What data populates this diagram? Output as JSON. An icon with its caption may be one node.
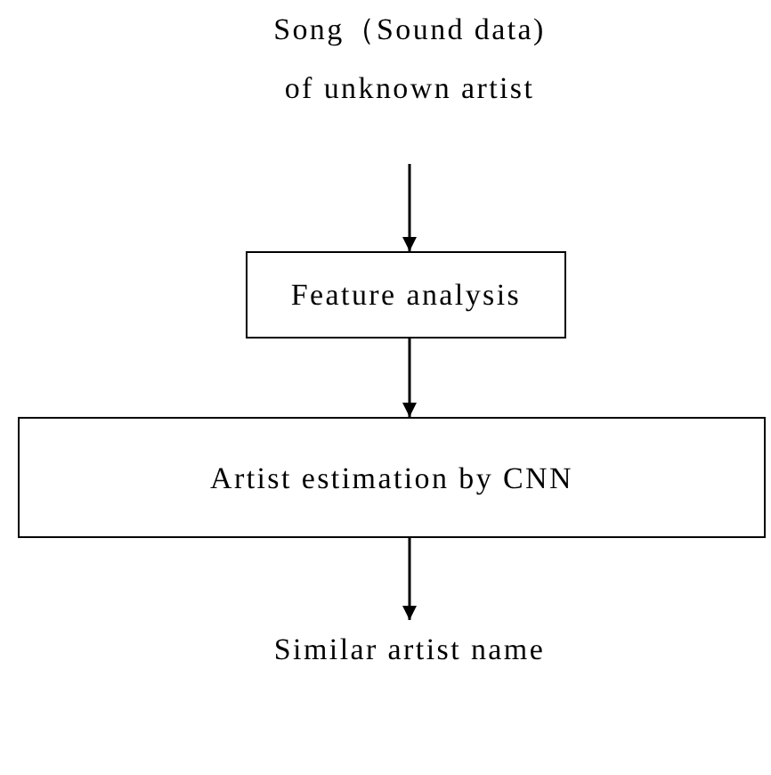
{
  "diagram": {
    "nodes": [
      {
        "text": [
          "Song（Sound data) of unknown artist"
        ]
      },
      {
        "text": [
          "Feature analysis"
        ]
      },
      {
        "text": [
          "Artist estimation by CNN"
        ]
      },
      {
        "text": [
          "Similar artist name"
        ]
      }
    ],
    "edges": [
      {
        "from": 0,
        "to": 1,
        "arrow": "to"
      },
      {
        "from": 1,
        "to": 2,
        "arrow": "to"
      },
      {
        "from": 2,
        "to": 3,
        "arrow": "to"
      }
    ]
  }
}
